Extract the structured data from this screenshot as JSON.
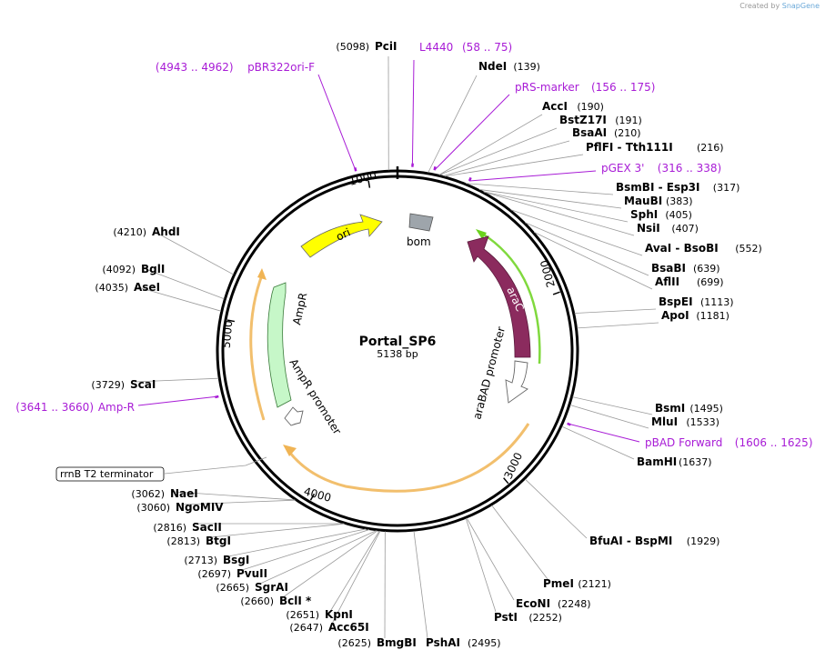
{
  "header": {
    "created_by": "Created by",
    "brand": "SnapGene"
  },
  "plasmid": {
    "name": "Portal_SP6",
    "size_label": "5138 bp",
    "length": 5138
  },
  "ticks": [
    {
      "pos": 1000,
      "label": "1000"
    },
    {
      "pos": 2000,
      "label": "2000"
    },
    {
      "pos": 3000,
      "label": "3000"
    },
    {
      "pos": 4000,
      "label": "4000"
    },
    {
      "pos": 5000,
      "label": "5000"
    }
  ],
  "sites": [
    {
      "name": "PciI",
      "pos": "(5098)",
      "site": 5098,
      "side": "top"
    },
    {
      "name": "NdeI",
      "pos": "(139)",
      "site": 139,
      "side": "right"
    },
    {
      "name": "AccI",
      "pos": "(190)",
      "site": 190,
      "side": "right"
    },
    {
      "name": "BstZ17I",
      "pos": "(191)",
      "site": 191,
      "side": "right"
    },
    {
      "name": "BsaAI",
      "pos": "(210)",
      "site": 210,
      "side": "right"
    },
    {
      "name": "PflFI - Tth111I",
      "pos": "(216)",
      "site": 216,
      "side": "right"
    },
    {
      "name": "BsmBI - Esp3I",
      "pos": "(317)",
      "site": 317,
      "side": "right"
    },
    {
      "name": "MauBI",
      "pos": "(383)",
      "site": 383,
      "side": "right"
    },
    {
      "name": "SphI",
      "pos": "(405)",
      "site": 405,
      "side": "right"
    },
    {
      "name": "NsiI",
      "pos": "(407)",
      "site": 407,
      "side": "right"
    },
    {
      "name": "AvaI - BsoBI",
      "pos": "(552)",
      "site": 552,
      "side": "right"
    },
    {
      "name": "BsaBI",
      "pos": "(639)",
      "site": 639,
      "side": "right"
    },
    {
      "name": "AflII",
      "pos": "(699)",
      "site": 699,
      "side": "right"
    },
    {
      "name": "BspEI",
      "pos": "(1113)",
      "site": 1113,
      "side": "right"
    },
    {
      "name": "ApoI",
      "pos": "(1181)",
      "site": 1181,
      "side": "right"
    },
    {
      "name": "BsmI",
      "pos": "(1495)",
      "site": 1495,
      "side": "right"
    },
    {
      "name": "MluI",
      "pos": "(1533)",
      "site": 1533,
      "side": "right"
    },
    {
      "name": "BamHI",
      "pos": "(1637)",
      "site": 1637,
      "side": "right"
    },
    {
      "name": "BfuAI - BspMI",
      "pos": "(1929)",
      "site": 1929,
      "side": "right"
    },
    {
      "name": "PmeI",
      "pos": "(2121)",
      "site": 2121,
      "side": "right"
    },
    {
      "name": "EcoNI",
      "pos": "(2248)",
      "site": 2248,
      "side": "right"
    },
    {
      "name": "PstI",
      "pos": "(2252)",
      "site": 2252,
      "side": "right"
    },
    {
      "name": "PshAI",
      "pos": "(2495)",
      "site": 2495,
      "side": "right"
    },
    {
      "name": "BmgBI",
      "pos": "(2625)",
      "site": 2625,
      "side": "left"
    },
    {
      "name": "Acc65I",
      "pos": "(2647)",
      "site": 2647,
      "side": "left"
    },
    {
      "name": "KpnI",
      "pos": "(2651)",
      "site": 2651,
      "side": "left"
    },
    {
      "name": "BclI *",
      "pos": "(2660)",
      "site": 2660,
      "side": "left"
    },
    {
      "name": "SgrAI",
      "pos": "(2665)",
      "site": 2665,
      "side": "left"
    },
    {
      "name": "PvuII",
      "pos": "(2697)",
      "site": 2697,
      "side": "left"
    },
    {
      "name": "BsgI",
      "pos": "(2713)",
      "site": 2713,
      "side": "left"
    },
    {
      "name": "BtgI",
      "pos": "(2813)",
      "site": 2813,
      "side": "left"
    },
    {
      "name": "SacII",
      "pos": "(2816)",
      "site": 2816,
      "side": "left"
    },
    {
      "name": "NgoMIV",
      "pos": "(3060)",
      "site": 3060,
      "side": "left"
    },
    {
      "name": "NaeI",
      "pos": "(3062)",
      "site": 3062,
      "side": "left"
    },
    {
      "name": "ScaI",
      "pos": "(3729)",
      "site": 3729,
      "side": "left"
    },
    {
      "name": "AseI",
      "pos": "(4035)",
      "site": 4035,
      "side": "left"
    },
    {
      "name": "BglI",
      "pos": "(4092)",
      "site": 4092,
      "side": "left"
    },
    {
      "name": "AhdI",
      "pos": "(4210)",
      "site": 4210,
      "side": "left"
    }
  ],
  "primers": [
    {
      "name": "L4440",
      "range": "(58 .. 75)",
      "site": 66
    },
    {
      "name": "pRS-marker",
      "range": "(156 .. 175)",
      "site": 165
    },
    {
      "name": "pGEX 3'",
      "range": "(316 .. 338)",
      "site": 327
    },
    {
      "name": "pBAD Forward",
      "range": "(1606 .. 1625)",
      "site": 1615
    },
    {
      "name": "Amp-R",
      "range": "(3641 .. 3660)",
      "site": 3650
    },
    {
      "name": "pBR322ori-F",
      "range": "(4943 .. 4962)",
      "site": 4952
    }
  ],
  "features": [
    {
      "name": "ori",
      "color": "#ffff00"
    },
    {
      "name": "bom",
      "color": "#9ea5ab"
    },
    {
      "name": "araC",
      "color": "#8b2b5e"
    },
    {
      "name": "araBAD promoter",
      "color": "#ffffff"
    },
    {
      "name": "AmpR",
      "color": "#c6f7c8"
    },
    {
      "name": "AmpR promoter",
      "color": "#ffffff"
    },
    {
      "name": "rrnB T2 terminator",
      "color": "#ffffff"
    }
  ],
  "colors": {
    "primer": "#a81cd6",
    "orf_outline": "#f0b454",
    "arac_outline": "#6ad21c"
  }
}
